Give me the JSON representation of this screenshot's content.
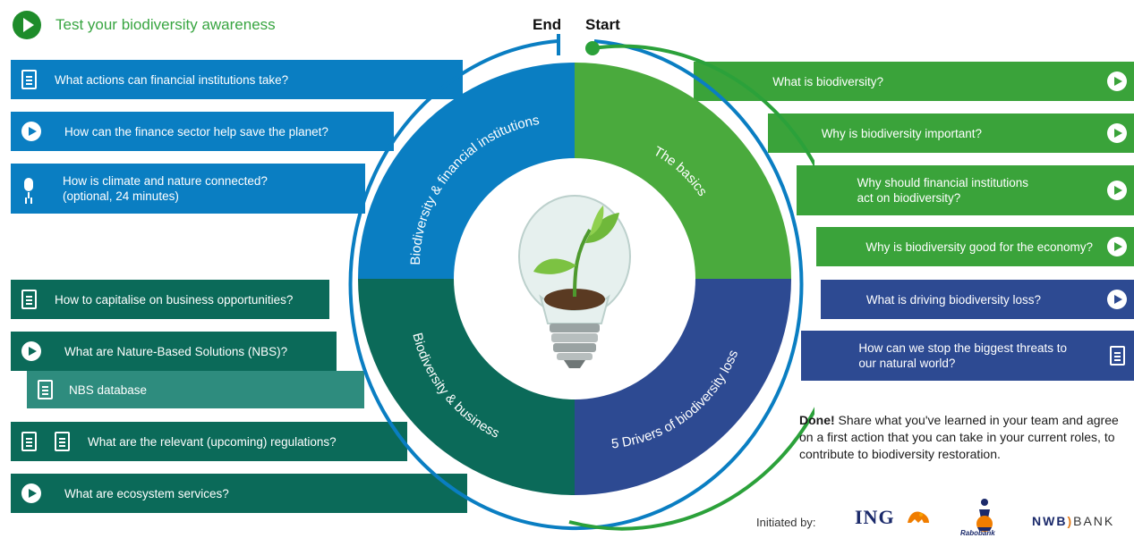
{
  "header": {
    "test_label": "Test your biodiversity awareness",
    "end_label": "End",
    "start_label": "Start"
  },
  "wheel": {
    "top_left": "Biodiversity & financial institutions",
    "top_right": "The basics",
    "bottom_left": "Biodiversity & business",
    "bottom_right": "5 Drivers of biodiversity loss",
    "center_icon": "lightbulb-with-sprout-icon"
  },
  "left_items": {
    "fi_actions": "What actions can financial institutions take?",
    "finance_save": "How can the finance sector help save the planet?",
    "climate_nature_1": "How is climate and nature connected?",
    "climate_nature_2": "(optional, 24 minutes)",
    "capitalise": "How to capitalise on business opportunities?",
    "nbs": "What are Nature-Based Solutions (NBS)?",
    "nbs_db": "NBS database",
    "regulations": "What are the relevant (upcoming) regulations?",
    "ecosystem": "What are ecosystem services?"
  },
  "right_items": {
    "what_is": "What is biodiversity?",
    "why_important": "Why is biodiversity important?",
    "why_fi_1": "Why should financial institutions",
    "why_fi_2": "act on biodiversity?",
    "economy": "Why is biodiversity good for the economy?",
    "driving_loss": "What is driving biodiversity loss?",
    "stop_threats_1": "How can we stop the biggest threats to",
    "stop_threats_2": "our natural world?"
  },
  "done": {
    "bold": "Done!",
    "text": " Share what you've learned in your team and agree on a first action that you can take in your current roles, to contribute to biodiversity restoration."
  },
  "footer": {
    "initiated": "Initiated by:",
    "ing": "ING",
    "rabobank": "Rabobank",
    "nwb_1": "NWB",
    "nwb_2": ")",
    "nwb_3": "BANK"
  },
  "colors": {
    "blue": "#0a7ec2",
    "teal": "#0b6a59",
    "green": "#3aa33a",
    "navy": "#2d4a92"
  }
}
